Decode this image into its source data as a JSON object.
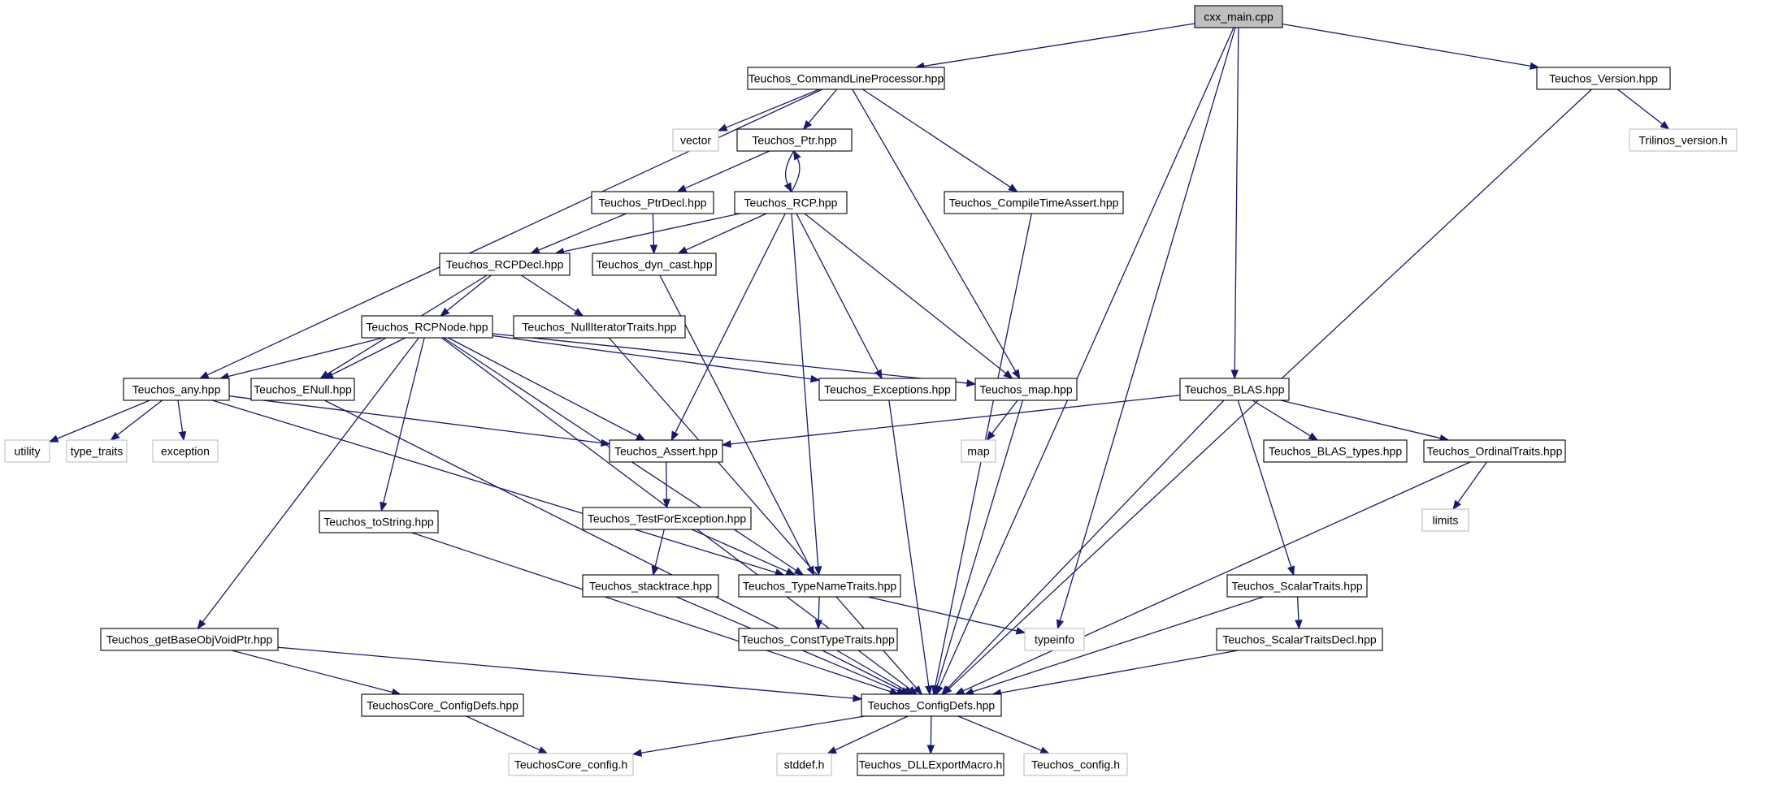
{
  "graph": {
    "nodes": [
      {
        "id": "main",
        "label": "cxx_main.cpp",
        "kind": "root"
      },
      {
        "id": "clp",
        "label": "Teuchos_CommandLineProcessor.hpp",
        "kind": "header"
      },
      {
        "id": "version",
        "label": "Teuchos_Version.hpp",
        "kind": "header"
      },
      {
        "id": "vector",
        "label": "vector",
        "kind": "system"
      },
      {
        "id": "ptr",
        "label": "Teuchos_Ptr.hpp",
        "kind": "header"
      },
      {
        "id": "trilinos",
        "label": "Trilinos_version.h",
        "kind": "system"
      },
      {
        "id": "ptrdecl",
        "label": "Teuchos_PtrDecl.hpp",
        "kind": "header"
      },
      {
        "id": "rcp",
        "label": "Teuchos_RCP.hpp",
        "kind": "header"
      },
      {
        "id": "cta",
        "label": "Teuchos_CompileTimeAssert.hpp",
        "kind": "header"
      },
      {
        "id": "rcpdecl",
        "label": "Teuchos_RCPDecl.hpp",
        "kind": "header"
      },
      {
        "id": "dyncast",
        "label": "Teuchos_dyn_cast.hpp",
        "kind": "header"
      },
      {
        "id": "rcpnode",
        "label": "Teuchos_RCPNode.hpp",
        "kind": "header"
      },
      {
        "id": "nullit",
        "label": "Teuchos_NullIteratorTraits.hpp",
        "kind": "header"
      },
      {
        "id": "any",
        "label": "Teuchos_any.hpp",
        "kind": "header"
      },
      {
        "id": "enull",
        "label": "Teuchos_ENull.hpp",
        "kind": "header"
      },
      {
        "id": "exceptions",
        "label": "Teuchos_Exceptions.hpp",
        "kind": "header"
      },
      {
        "id": "map",
        "label": "Teuchos_map.hpp",
        "kind": "header"
      },
      {
        "id": "blas",
        "label": "Teuchos_BLAS.hpp",
        "kind": "header"
      },
      {
        "id": "utility",
        "label": "utility",
        "kind": "system"
      },
      {
        "id": "typetraits",
        "label": "type_traits",
        "kind": "system"
      },
      {
        "id": "exception",
        "label": "exception",
        "kind": "system"
      },
      {
        "id": "assert",
        "label": "Teuchos_Assert.hpp",
        "kind": "header"
      },
      {
        "id": "mapsys",
        "label": "map",
        "kind": "system"
      },
      {
        "id": "blastypes",
        "label": "Teuchos_BLAS_types.hpp",
        "kind": "header"
      },
      {
        "id": "ordinal",
        "label": "Teuchos_OrdinalTraits.hpp",
        "kind": "header"
      },
      {
        "id": "limits",
        "label": "limits",
        "kind": "system"
      },
      {
        "id": "tostring",
        "label": "Teuchos_toString.hpp",
        "kind": "header"
      },
      {
        "id": "tfe",
        "label": "Teuchos_TestForException.hpp",
        "kind": "header"
      },
      {
        "id": "stacktrace",
        "label": "Teuchos_stacktrace.hpp",
        "kind": "header"
      },
      {
        "id": "typename",
        "label": "Teuchos_TypeNameTraits.hpp",
        "kind": "header"
      },
      {
        "id": "scalar",
        "label": "Teuchos_ScalarTraits.hpp",
        "kind": "header"
      },
      {
        "id": "getbase",
        "label": "Teuchos_getBaseObjVoidPtr.hpp",
        "kind": "header"
      },
      {
        "id": "consttype",
        "label": "Teuchos_ConstTypeTraits.hpp",
        "kind": "header"
      },
      {
        "id": "typeinfo",
        "label": "typeinfo",
        "kind": "system"
      },
      {
        "id": "scalardecl",
        "label": "Teuchos_ScalarTraitsDecl.hpp",
        "kind": "header"
      },
      {
        "id": "configdefs",
        "label": "Teuchos_ConfigDefs.hpp",
        "kind": "header"
      },
      {
        "id": "coreconfigdefs",
        "label": "TeuchosCore_ConfigDefs.hpp",
        "kind": "header"
      },
      {
        "id": "coreconfig",
        "label": "TeuchosCore_config.h",
        "kind": "system"
      },
      {
        "id": "stddef",
        "label": "stddef.h",
        "kind": "system"
      },
      {
        "id": "dllexport",
        "label": "Teuchos_DLLExportMacro.h",
        "kind": "header"
      },
      {
        "id": "tconfig",
        "label": "Teuchos_config.h",
        "kind": "system"
      }
    ],
    "edges": [
      [
        "main",
        "clp"
      ],
      [
        "main",
        "version"
      ],
      [
        "main",
        "blas"
      ],
      [
        "main",
        "typeinfo"
      ],
      [
        "main",
        "configdefs"
      ],
      [
        "clp",
        "any"
      ],
      [
        "clp",
        "vector"
      ],
      [
        "clp",
        "ptr"
      ],
      [
        "clp",
        "map"
      ],
      [
        "clp",
        "cta"
      ],
      [
        "version",
        "trilinos"
      ],
      [
        "version",
        "configdefs"
      ],
      [
        "ptr",
        "ptrdecl"
      ],
      [
        "ptr",
        "rcp"
      ],
      [
        "rcp",
        "ptr"
      ],
      [
        "ptrdecl",
        "rcpdecl"
      ],
      [
        "ptrdecl",
        "dyncast"
      ],
      [
        "rcp",
        "rcpdecl"
      ],
      [
        "rcp",
        "dyncast"
      ],
      [
        "rcp",
        "assert"
      ],
      [
        "rcp",
        "exceptions"
      ],
      [
        "rcp",
        "map"
      ],
      [
        "rcp",
        "typename"
      ],
      [
        "cta",
        "configdefs"
      ],
      [
        "rcpdecl",
        "rcpnode"
      ],
      [
        "rcpdecl",
        "nullit"
      ],
      [
        "rcpdecl",
        "enull"
      ],
      [
        "dyncast",
        "typename"
      ],
      [
        "rcpnode",
        "any"
      ],
      [
        "rcpnode",
        "enull"
      ],
      [
        "rcpnode",
        "exceptions"
      ],
      [
        "rcpnode",
        "map"
      ],
      [
        "rcpnode",
        "assert"
      ],
      [
        "rcpnode",
        "typename"
      ],
      [
        "rcpnode",
        "tostring"
      ],
      [
        "rcpnode",
        "getbase"
      ],
      [
        "rcpnode",
        "configdefs"
      ],
      [
        "nullit",
        "configdefs"
      ],
      [
        "any",
        "utility"
      ],
      [
        "any",
        "typetraits"
      ],
      [
        "any",
        "exception"
      ],
      [
        "any",
        "assert"
      ],
      [
        "any",
        "typename"
      ],
      [
        "enull",
        "configdefs"
      ],
      [
        "exceptions",
        "configdefs"
      ],
      [
        "map",
        "mapsys"
      ],
      [
        "map",
        "configdefs"
      ],
      [
        "blas",
        "assert"
      ],
      [
        "blas",
        "blastypes"
      ],
      [
        "blas",
        "ordinal"
      ],
      [
        "blas",
        "scalar"
      ],
      [
        "blas",
        "configdefs"
      ],
      [
        "assert",
        "tfe"
      ],
      [
        "ordinal",
        "limits"
      ],
      [
        "ordinal",
        "configdefs"
      ],
      [
        "tostring",
        "configdefs"
      ],
      [
        "tfe",
        "stacktrace"
      ],
      [
        "tfe",
        "typename"
      ],
      [
        "stacktrace",
        "configdefs"
      ],
      [
        "typename",
        "consttype"
      ],
      [
        "typename",
        "typeinfo"
      ],
      [
        "scalar",
        "scalardecl"
      ],
      [
        "scalar",
        "configdefs"
      ],
      [
        "getbase",
        "configdefs"
      ],
      [
        "getbase",
        "coreconfigdefs"
      ],
      [
        "consttype",
        "configdefs"
      ],
      [
        "scalardecl",
        "configdefs"
      ],
      [
        "configdefs",
        "coreconfig"
      ],
      [
        "configdefs",
        "stddef"
      ],
      [
        "configdefs",
        "dllexport"
      ],
      [
        "configdefs",
        "tconfig"
      ],
      [
        "coreconfigdefs",
        "coreconfig"
      ]
    ]
  }
}
